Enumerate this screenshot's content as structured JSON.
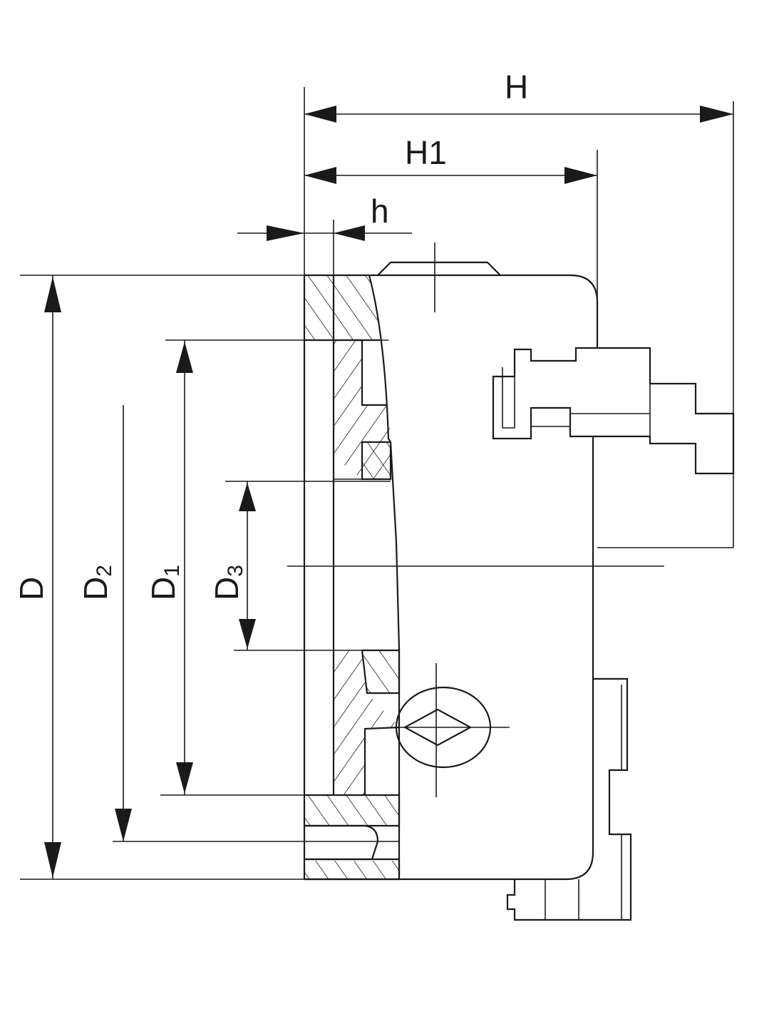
{
  "diagram": {
    "labels": {
      "H": "H",
      "H1": "H1",
      "h": "h",
      "D": "D",
      "D2_base": "D",
      "D2_sub": "2",
      "D1_base": "D",
      "D1_sub": "1",
      "D3_base": "D",
      "D3_sub": "3"
    },
    "colors": {
      "line": "#1a1a1a",
      "background": "#ffffff"
    }
  }
}
